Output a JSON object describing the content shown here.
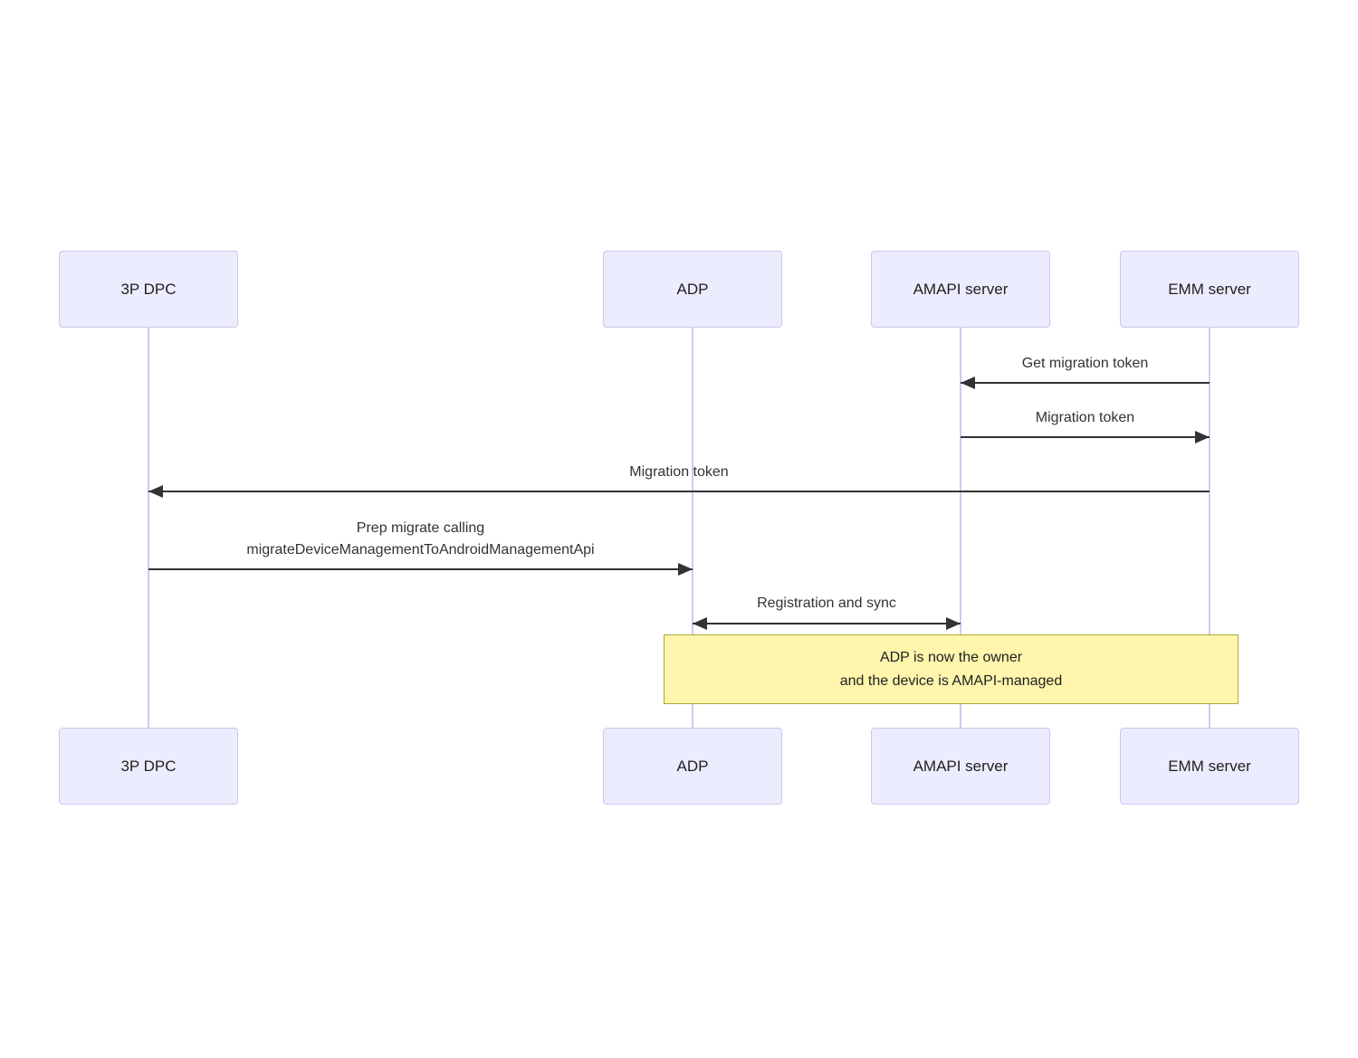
{
  "diagram_type": "sequence",
  "actors": [
    {
      "label": "3P DPC"
    },
    {
      "label": "ADP"
    },
    {
      "label": "AMAPI server"
    },
    {
      "label": "EMM server"
    }
  ],
  "messages": [
    {
      "label": "Get migration token",
      "from": "EMM server",
      "to": "AMAPI server",
      "bidirectional": false
    },
    {
      "label": "Migration token",
      "from": "AMAPI server",
      "to": "EMM server",
      "bidirectional": false
    },
    {
      "label": "Migration token",
      "from": "EMM server",
      "to": "3P DPC",
      "bidirectional": false
    },
    {
      "label_lines": [
        "Prep migrate calling",
        "migrateDeviceManagementToAndroidManagementApi"
      ],
      "from": "3P DPC",
      "to": "ADP",
      "bidirectional": false
    },
    {
      "label": "Registration and sync",
      "from": "ADP",
      "to": "AMAPI server",
      "bidirectional": true
    }
  ],
  "note": {
    "lines": [
      "ADP is now the owner",
      "and the device is AMAPI-managed"
    ],
    "over": [
      "ADP",
      "AMAPI server",
      "EMM server"
    ]
  },
  "colors": {
    "background": "#FFFFFF",
    "actor_fill": "#ECECFF",
    "actor_border": "#CDC6EC",
    "lifeline": "#D4C9EC",
    "arrow": "#333333",
    "message_text": "#333333",
    "note_fill": "#FFF5AD",
    "note_border": "#AAAA33"
  }
}
